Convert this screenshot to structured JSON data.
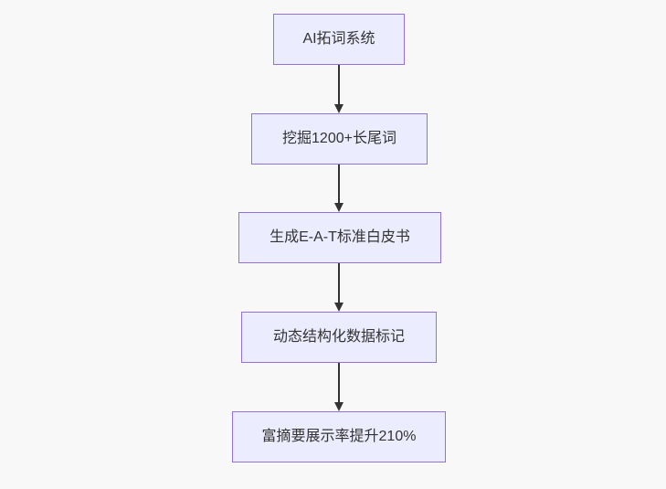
{
  "page": {
    "background_color": "#f8f8f8"
  },
  "flowchart": {
    "type": "vertical-flowchart",
    "node_fill_color": "#ECECFF",
    "node_border_color": "#9370DB",
    "text_color": "#333333",
    "arrow_color": "#333333",
    "nodes": [
      {
        "label": "AI拓词系统"
      },
      {
        "label": "挖掘1200+长尾词"
      },
      {
        "label": "生成E-A-T标准白皮书"
      },
      {
        "label": "动态结构化数据标记"
      },
      {
        "label": "富摘要展示率提升210%"
      }
    ],
    "edges": [
      {
        "from": 0,
        "to": 1
      },
      {
        "from": 1,
        "to": 2
      },
      {
        "from": 2,
        "to": 3
      },
      {
        "from": 3,
        "to": 4
      }
    ]
  }
}
